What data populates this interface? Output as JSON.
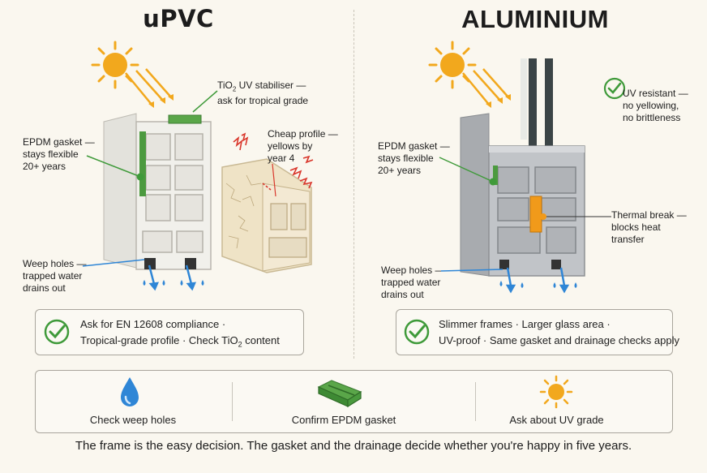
{
  "upvc": {
    "title": "uPVC",
    "tio2_label_pre": "TiO",
    "tio2_label_sub": "2",
    "tio2_label_post": " UV stabiliser —",
    "tio2_label_line2": "ask for tropical grade",
    "gasket_line1": "EPDM gasket —",
    "gasket_line2": "stays flexible",
    "gasket_line3": "20+ years",
    "cheap_line1": "Cheap profile —",
    "cheap_line2": "yellows by",
    "cheap_line3": "year 4",
    "weep_line1": "Weep holes —",
    "weep_line2": "trapped water",
    "weep_line3": "drains out",
    "callout_line1": "Ask for EN 12608 compliance ·",
    "callout_line2_pre": "Tropical-grade profile · Check TiO",
    "callout_line2_sub": "2",
    "callout_line2_post": " content"
  },
  "aluminium": {
    "title": "ALUMINIUM",
    "uv_line1": "UV resistant —",
    "uv_line2": "no yellowing,",
    "uv_line3": "no brittleness",
    "gasket_line1": "EPDM gasket —",
    "gasket_line2": "stays flexible",
    "gasket_line3": "20+ years",
    "thermal_line1": "Thermal break —",
    "thermal_line2": "blocks heat",
    "thermal_line3": "transfer",
    "weep_line1": "Weep holes —",
    "weep_line2": "trapped water",
    "weep_line3": "drains out",
    "callout_line1": "Slimmer frames · Larger glass area ·",
    "callout_line2": "UV-proof · Same gasket and drainage checks apply"
  },
  "checklist": {
    "item1": "Check weep holes",
    "item2": "Confirm EPDM gasket",
    "item3": "Ask about UV grade"
  },
  "footer": "The frame is the easy decision. The gasket and the drainage decide whether you're happy in five years.",
  "colors": {
    "sun": "#f2a81d",
    "green": "#3f9a3a",
    "gasket": "#4c9a3f",
    "water": "#2f86d6",
    "thermal": "#f19a1a",
    "upvc_frame": "#ecebe6",
    "aluminium_frame": "#b9bcc0",
    "crack": "#d9362b"
  },
  "icons": [
    "sun-icon",
    "check-circle-icon",
    "water-drop-icon",
    "gasket-icon",
    "lightning-icon"
  ]
}
